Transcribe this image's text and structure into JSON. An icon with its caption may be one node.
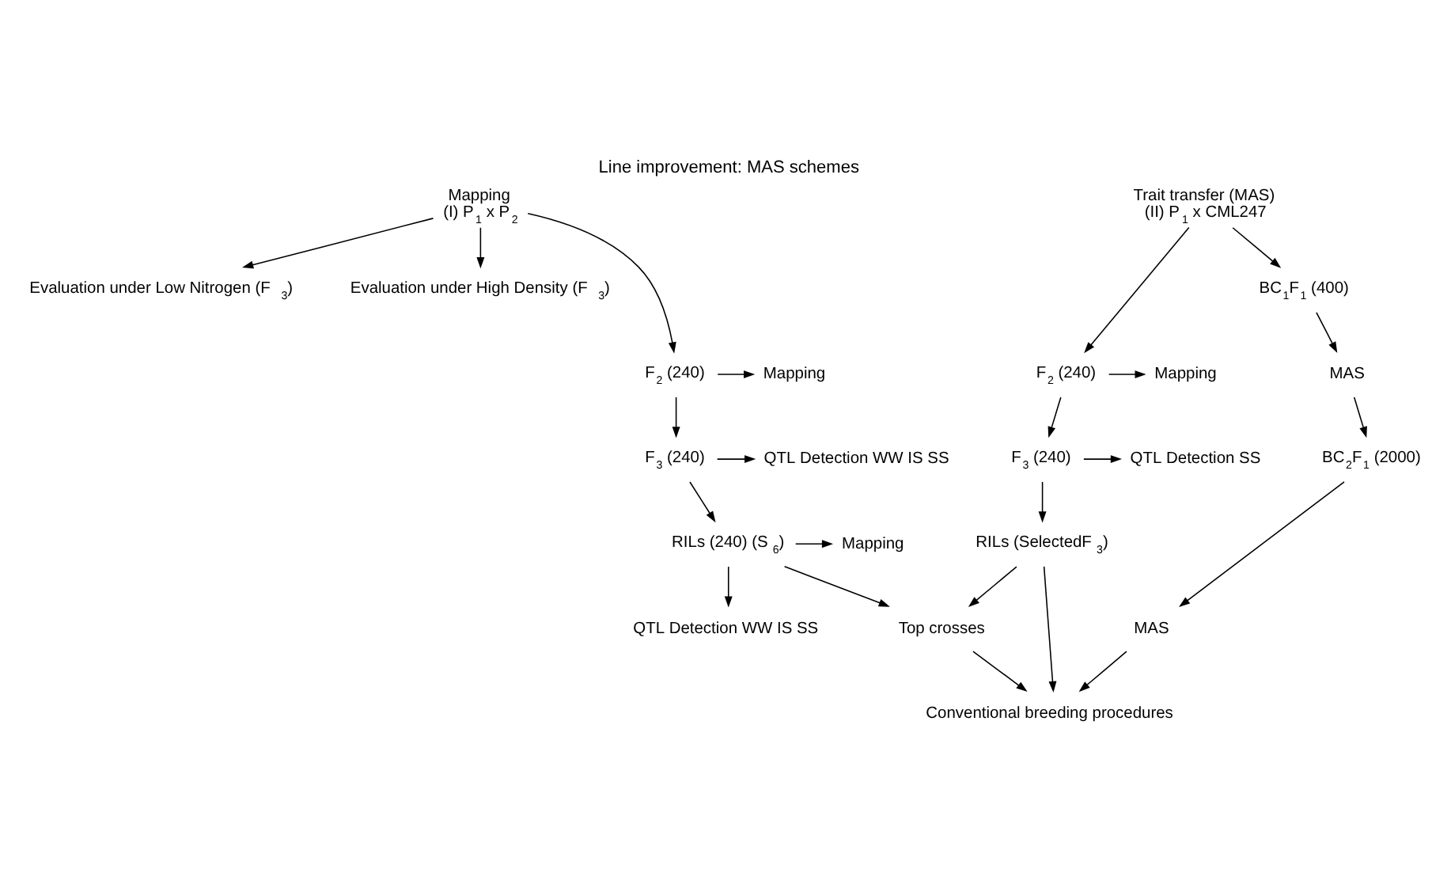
{
  "diagram": {
    "title": "Line improvement: MAS schemes",
    "nodes": [
      {
        "text": [
          "Mapping",
          "(I) P$_{1}$ x P$_{2}$"
        ]
      },
      {
        "text": [
          "Evaluation under Low Nitrogen (F$_{3}$)"
        ]
      },
      {
        "text": [
          "Evaluation under High Density (F$_{3}$)"
        ]
      },
      {
        "text": [
          "F$_{2}$ (240)"
        ]
      },
      {
        "text": [
          "Mapping"
        ]
      },
      {
        "text": [
          "F$_{3}$ (240)"
        ]
      },
      {
        "text": [
          "QTL Detection WW IS SS"
        ]
      },
      {
        "text": [
          "RILs (240) (S$_{6}$)"
        ]
      },
      {
        "text": [
          "Mapping"
        ]
      },
      {
        "text": [
          "QTL Detection WW IS SS"
        ]
      },
      {
        "text": [
          "Top crosses"
        ]
      },
      {
        "text": [
          "Conventional breeding procedures"
        ]
      },
      {
        "text": [
          "Trait transfer (MAS)",
          "(II) P$_{1}$ x CML247"
        ]
      },
      {
        "text": [
          "F$_{2}$ (240)"
        ]
      },
      {
        "text": [
          "Mapping"
        ]
      },
      {
        "text": [
          "F$_{3}$ (240)"
        ]
      },
      {
        "text": [
          "QTL Detection SS"
        ]
      },
      {
        "text": [
          "RILs (SelectedF$_{3}$)"
        ]
      },
      {
        "text": [
          "BC$_{1}$F$_{1}$ (400)"
        ]
      },
      {
        "text": [
          "MAS"
        ]
      },
      {
        "text": [
          "BC$_{2}$F$_{1}$ (2000)"
        ]
      },
      {
        "text": [
          "MAS"
        ]
      }
    ],
    "edges": [
      {
        "from": 0,
        "to": 1,
        "arrow": "to"
      },
      {
        "from": 0,
        "to": 2,
        "arrow": "to"
      },
      {
        "from": 0,
        "to": 3,
        "arrow": "to"
      },
      {
        "from": 3,
        "to": 4,
        "arrow": "to"
      },
      {
        "from": 3,
        "to": 5,
        "arrow": "to"
      },
      {
        "from": 5,
        "to": 6,
        "arrow": "to"
      },
      {
        "from": 5,
        "to": 7,
        "arrow": "to"
      },
      {
        "from": 7,
        "to": 8,
        "arrow": "to"
      },
      {
        "from": 7,
        "to": 9,
        "arrow": "to"
      },
      {
        "from": 7,
        "to": 10,
        "arrow": "to"
      },
      {
        "from": 10,
        "to": 11,
        "arrow": "to"
      },
      {
        "from": 12,
        "to": 13,
        "arrow": "to"
      },
      {
        "from": 12,
        "to": 18,
        "arrow": "to"
      },
      {
        "from": 13,
        "to": 14,
        "arrow": "to"
      },
      {
        "from": 13,
        "to": 15,
        "arrow": "to"
      },
      {
        "from": 15,
        "to": 16,
        "arrow": "to"
      },
      {
        "from": 15,
        "to": 17,
        "arrow": "to"
      },
      {
        "from": 17,
        "to": 10,
        "arrow": "to"
      },
      {
        "from": 17,
        "to": 11,
        "arrow": "to"
      },
      {
        "from": 18,
        "to": 19,
        "arrow": "to"
      },
      {
        "from": 19,
        "to": 20,
        "arrow": "to"
      },
      {
        "from": 20,
        "to": 21,
        "arrow": "to"
      },
      {
        "from": 21,
        "to": 11,
        "arrow": "to"
      }
    ]
  }
}
